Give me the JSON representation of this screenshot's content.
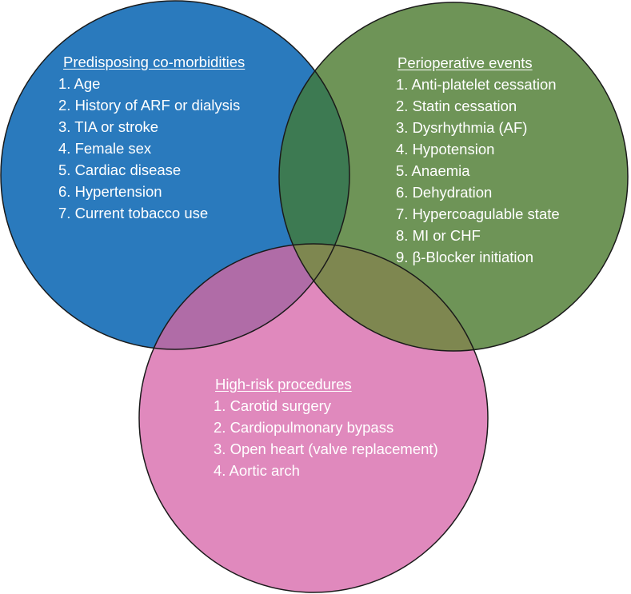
{
  "colors": {
    "predisposing": "#2a7abd",
    "perioperative": "#6e9457",
    "highrisk": "#e089bd",
    "overlap_predisposing_perioperative": "#3d7a52",
    "overlap_predisposing_highrisk": "#b06ca7",
    "overlap_perioperative_highrisk": "#7e8750",
    "overlap_all": "#5f7c52",
    "outline": "#1a1a1a",
    "text": "#ffffff"
  },
  "sets": {
    "predisposing": {
      "title": "Predisposing co-morbidities",
      "items": [
        "1. Age",
        "2. History of ARF or dialysis",
        "3. TIA or stroke",
        "4. Female sex",
        "5. Cardiac disease",
        "6. Hypertension",
        "7. Current tobacco use"
      ]
    },
    "perioperative": {
      "title": "Perioperative events",
      "items": [
        "1. Anti-platelet cessation",
        "2. Statin cessation",
        "3. Dysrhythmia (AF)",
        "4. Hypotension",
        "5. Anaemia",
        "6. Dehydration",
        "7. Hypercoagulable state",
        "8. MI or CHF",
        "9. β-Blocker initiation"
      ]
    },
    "highrisk": {
      "title": "High-risk procedures",
      "items": [
        "1. Carotid surgery",
        "2. Cardiopulmonary bypass",
        "3. Open heart (valve replacement)",
        "4. Aortic arch"
      ]
    }
  }
}
